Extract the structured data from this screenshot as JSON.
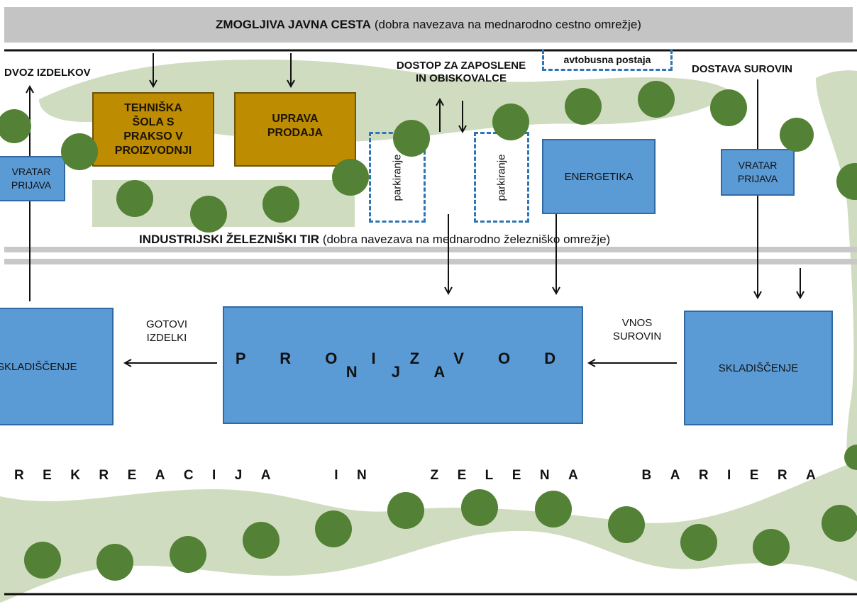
{
  "road": {
    "title": "ZMOGLJIVA JAVNA CESTA",
    "subtitle": "(dobra navezava na mednarodno cestno omrežje)"
  },
  "rail": {
    "title": "INDUSTRIJSKI ŽELEZNIŠKI TIR",
    "subtitle": "(dobra navezava na mednarodno železniško omrežje)"
  },
  "labels": {
    "exit_products": "DVOZ IZDELKOV",
    "staff_access": "DOSTOP ZA ZAPOSLENE\nIN OBISKOVALCE",
    "bus_stop": "avtobusna postaja",
    "raw_delivery": "DOSTAVA SUROVIN",
    "finished_products": "GOTOVI\nIZDELKI",
    "raw_input": "VNOS\nSUROVIN",
    "parking": "parkiranje"
  },
  "buildings": {
    "school": "TEHNIŠKA\nŠOLA S\nPRAKSO V\nPROIZVODNJI",
    "admin": "UPRAVA\nPRODAJA",
    "gate_left": "VRATAR\nPRIJAVA",
    "energy": "ENERGETIKA",
    "gate_right": "VRATAR\nPRIJAVA",
    "production": "P R O I Z V O D N J A",
    "storage_left": "SKLADIŠČENJE",
    "storage_right": "SKLADIŠČENJE"
  },
  "recreation": "R E K R E A C I J A   I N   Z E L E N A   B A R I E R A",
  "colors": {
    "road": "#c4c4c4",
    "green_band": "#cfdcc0",
    "tree": "#538135",
    "building_blue": "#5b9bd5",
    "building_gold": "#be8c00",
    "dashed": "#2e75b6",
    "rail": "#c8c8c8"
  }
}
